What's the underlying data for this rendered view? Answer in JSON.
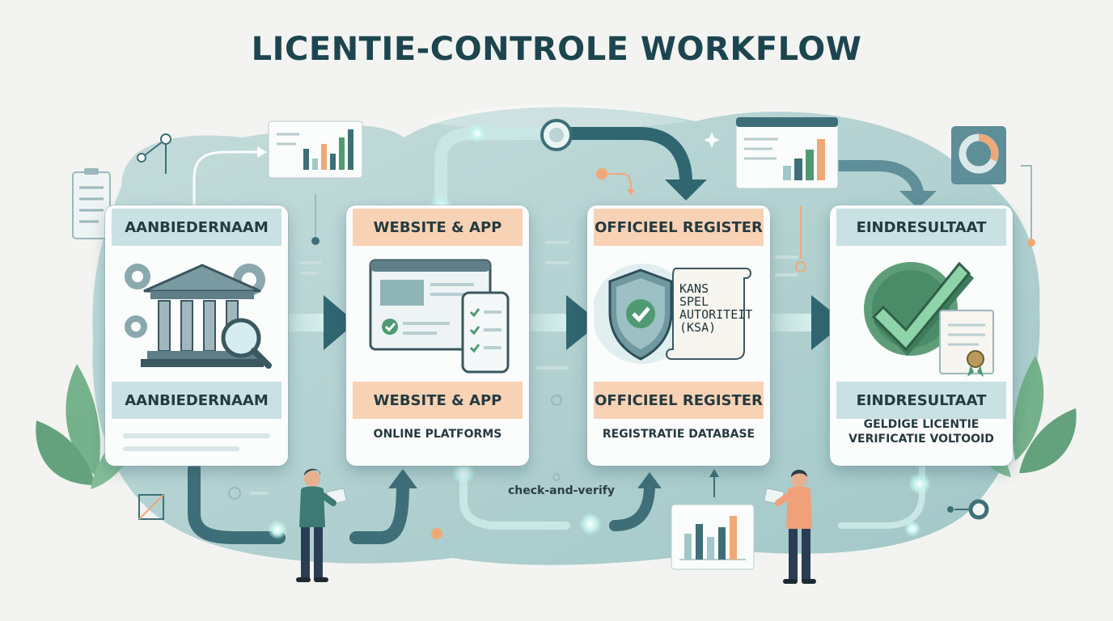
{
  "title": "LICENTIE-CONTROLE WORKFLOW",
  "steps": [
    {
      "header": "AANBIEDERNAAM",
      "label": "AANBIEDERNAAM",
      "subtitle": "",
      "header_color": "#c9e1e2",
      "icon": "bank-with-magnifier-icon"
    },
    {
      "header": "WEBSITE & APP",
      "label": "WEBSITE & APP",
      "subtitle": "ONLINE PLATFORMS",
      "header_color": "#f8d2b4",
      "icon": "browser-and-phone-icon"
    },
    {
      "header": "OFFICIEEL REGISTER",
      "label": "OFFICIEEL REGISTER",
      "subtitle": "REGISTRATIE DATABASE",
      "header_color": "#f8d2b4",
      "icon": "shield-and-scroll-icon",
      "scroll_text": [
        "KANS",
        "SPEL",
        "AUTORITEIT",
        "(KSA)"
      ]
    },
    {
      "header": "EINDRESULTAAT",
      "label": "EINDRESULTAAT",
      "subtitle_lines": [
        "GELDIGE LICENTIE",
        "VERIFICATIE VOLTOOID"
      ],
      "header_color": "#c9e1e2",
      "icon": "checkmark-and-certificate-icon"
    }
  ],
  "flow_caption": "check-and-verify",
  "colors": {
    "title": "#1d4550",
    "blob": "#a9cccc",
    "arrow_dark": "#3e6f78",
    "accent_orange": "#f1a877",
    "accent_green": "#4f9a72",
    "glow": "#c6f5ee"
  }
}
